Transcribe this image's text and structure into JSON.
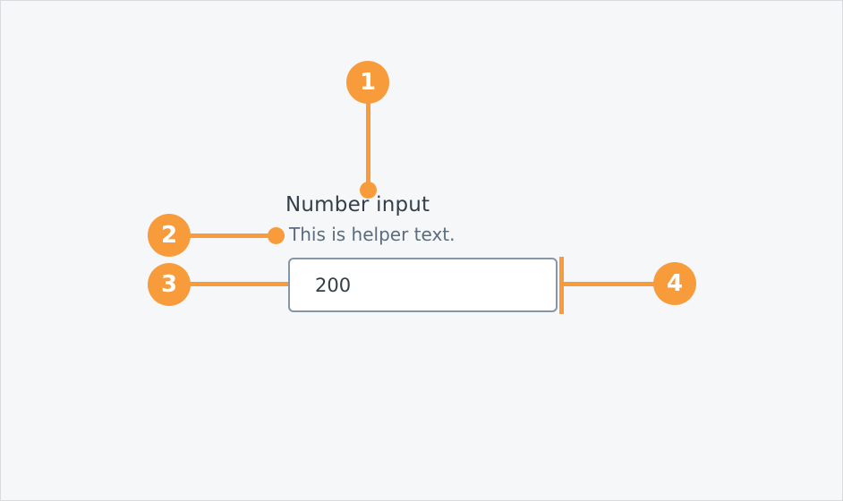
{
  "component": {
    "label": "Number input",
    "helper_text": "This is helper text.",
    "value": "200"
  },
  "callouts": [
    {
      "number": "1"
    },
    {
      "number": "2"
    },
    {
      "number": "3"
    },
    {
      "number": "4"
    }
  ],
  "colors": {
    "accent_orange": "#F89B3B",
    "canvas_background": "#F5F7F9",
    "canvas_border": "#D8DCE0",
    "label_text": "#343F4B",
    "helper_text": "#5A6C7D",
    "value_text": "#333E48",
    "input_border": "#8496A8",
    "input_background": "#FFFFFF",
    "callout_number": "#FFFFFF"
  }
}
